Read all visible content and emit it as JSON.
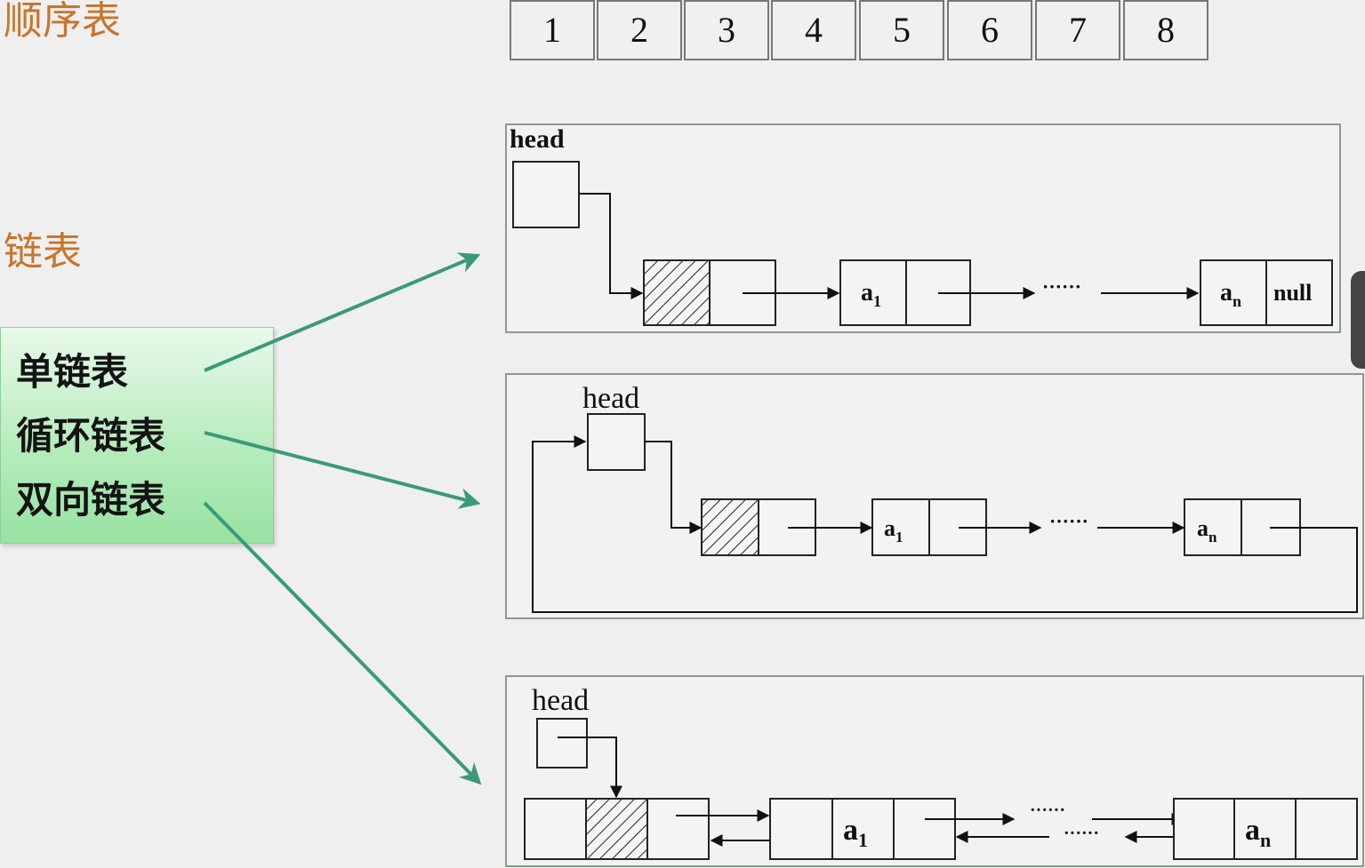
{
  "sequential_list": {
    "label": "顺序表",
    "cells": [
      "1",
      "2",
      "3",
      "4",
      "5",
      "6",
      "7",
      "8"
    ]
  },
  "linked_list": {
    "label": "链表",
    "types": [
      "单链表",
      "循环链表",
      "双向链表"
    ]
  },
  "singly": {
    "head": "head",
    "a1": "a",
    "a1_sub": "1",
    "an": "a",
    "an_sub": "n",
    "null": "null",
    "dots": "······"
  },
  "circular": {
    "head": "head",
    "a1": "a",
    "a1_sub": "1",
    "an": "a",
    "an_sub": "n",
    "dots": "······"
  },
  "doubly": {
    "head": "head",
    "a1": "a",
    "a1_sub": "1",
    "an": "a",
    "an_sub": "n",
    "dots": "······"
  },
  "colors": {
    "accent_orange": "#c8742b",
    "arrow_green": "#3a9a78",
    "box_green": "#b7ecbd"
  }
}
